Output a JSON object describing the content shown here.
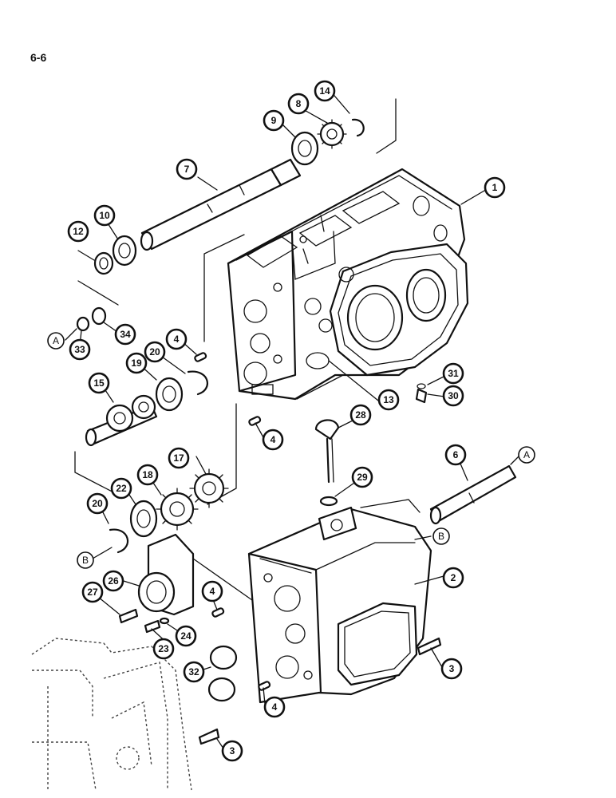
{
  "page": {
    "id": "6-6"
  },
  "callouts": [
    {
      "key": "A1",
      "label": "A"
    },
    {
      "key": "A2",
      "label": "A"
    },
    {
      "key": "B1",
      "label": "B"
    },
    {
      "key": "B2",
      "label": "B"
    }
  ],
  "parts": [
    {
      "key": "p1",
      "label": "1"
    },
    {
      "key": "p2",
      "label": "2"
    },
    {
      "key": "p3a",
      "label": "3"
    },
    {
      "key": "p3b",
      "label": "3"
    },
    {
      "key": "p4a",
      "label": "4"
    },
    {
      "key": "p4b",
      "label": "4"
    },
    {
      "key": "p4c",
      "label": "4"
    },
    {
      "key": "p4d",
      "label": "4"
    },
    {
      "key": "p6",
      "label": "6"
    },
    {
      "key": "p7",
      "label": "7"
    },
    {
      "key": "p8",
      "label": "8"
    },
    {
      "key": "p9",
      "label": "9"
    },
    {
      "key": "p10",
      "label": "10"
    },
    {
      "key": "p12",
      "label": "12"
    },
    {
      "key": "p13",
      "label": "13"
    },
    {
      "key": "p14",
      "label": "14"
    },
    {
      "key": "p15",
      "label": "15"
    },
    {
      "key": "p17",
      "label": "17"
    },
    {
      "key": "p18",
      "label": "18"
    },
    {
      "key": "p19",
      "label": "19"
    },
    {
      "key": "p20a",
      "label": "20"
    },
    {
      "key": "p20b",
      "label": "20"
    },
    {
      "key": "p22",
      "label": "22"
    },
    {
      "key": "p23",
      "label": "23"
    },
    {
      "key": "p24",
      "label": "24"
    },
    {
      "key": "p26",
      "label": "26"
    },
    {
      "key": "p27",
      "label": "27"
    },
    {
      "key": "p28",
      "label": "28"
    },
    {
      "key": "p29",
      "label": "29"
    },
    {
      "key": "p30",
      "label": "30"
    },
    {
      "key": "p31",
      "label": "31"
    },
    {
      "key": "p32",
      "label": "32"
    },
    {
      "key": "p33",
      "label": "33"
    },
    {
      "key": "p34",
      "label": "34"
    }
  ]
}
